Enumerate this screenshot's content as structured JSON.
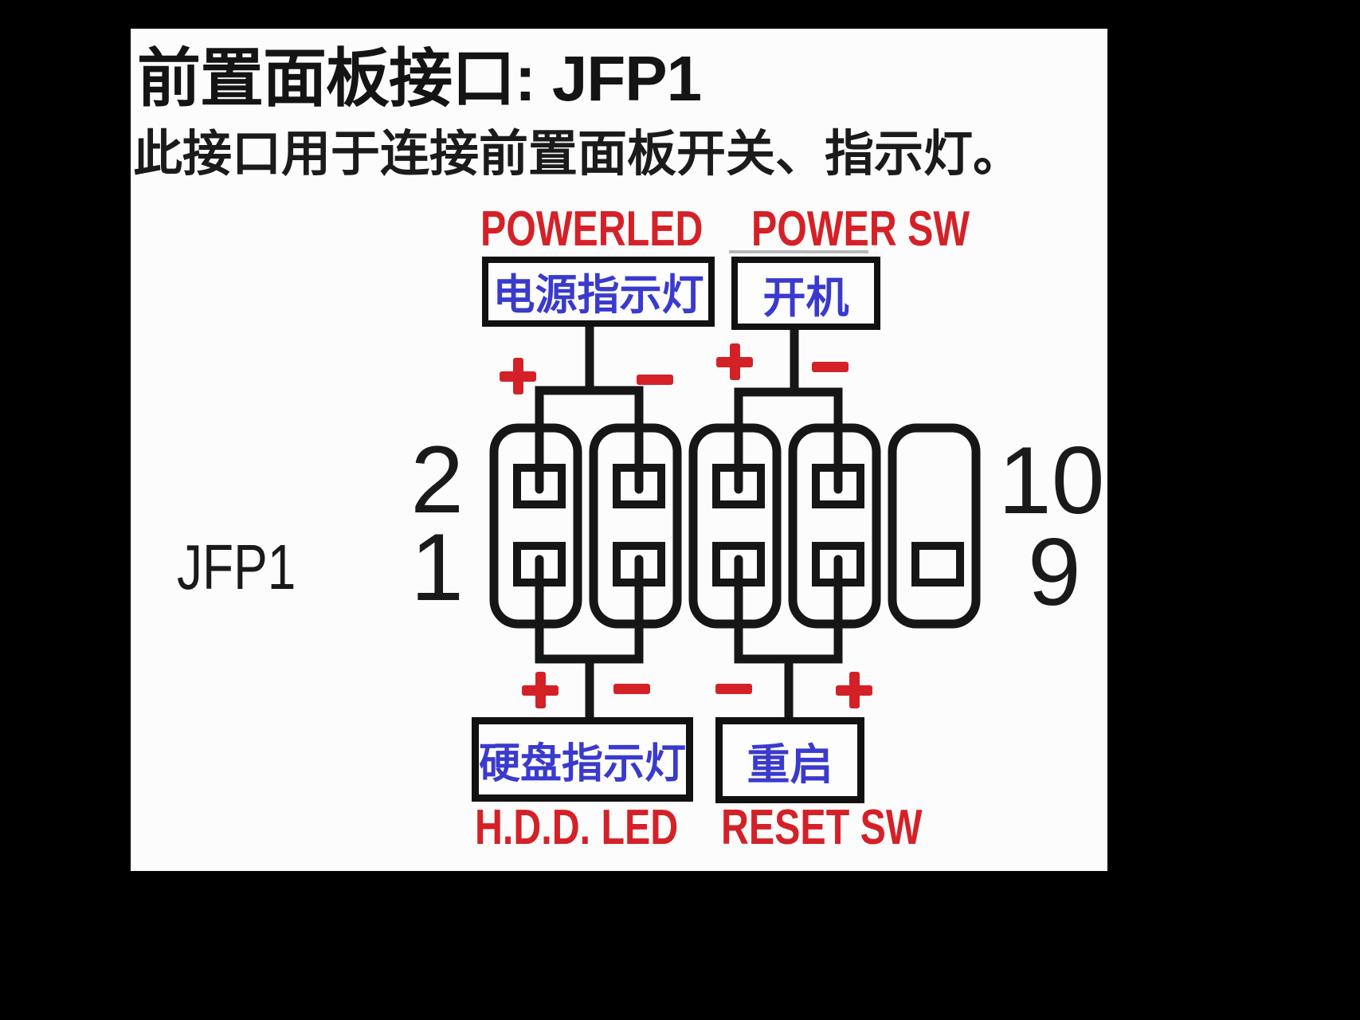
{
  "panel": {
    "title": "前置面板接口: JFP1",
    "subtitle": "此接口用于连接前置面板开关、指示灯。",
    "connector_label": "JFP1"
  },
  "top_section": {
    "power_led": {
      "en": "POWERLED",
      "cn": "电源指示灯",
      "polarity": [
        "+",
        "−"
      ]
    },
    "power_sw": {
      "en": "POWER SW",
      "cn": "开机",
      "polarity": [
        "+",
        "−"
      ]
    }
  },
  "bottom_section": {
    "hdd_led": {
      "en": "H.D.D. LED",
      "cn": "硬盘指示灯",
      "polarity": [
        "+",
        "−"
      ]
    },
    "reset_sw": {
      "en": "RESET SW",
      "cn": "重启",
      "polarity": [
        "−",
        "+"
      ]
    }
  },
  "pin_numbers": {
    "top_left": "2",
    "bottom_left": "1",
    "top_right": "10",
    "bottom_right": "9"
  },
  "colors": {
    "red": "#d42128",
    "blue": "#3a3acd",
    "line": "#161616",
    "panel": "#fcfcfc",
    "page": "#000000"
  }
}
